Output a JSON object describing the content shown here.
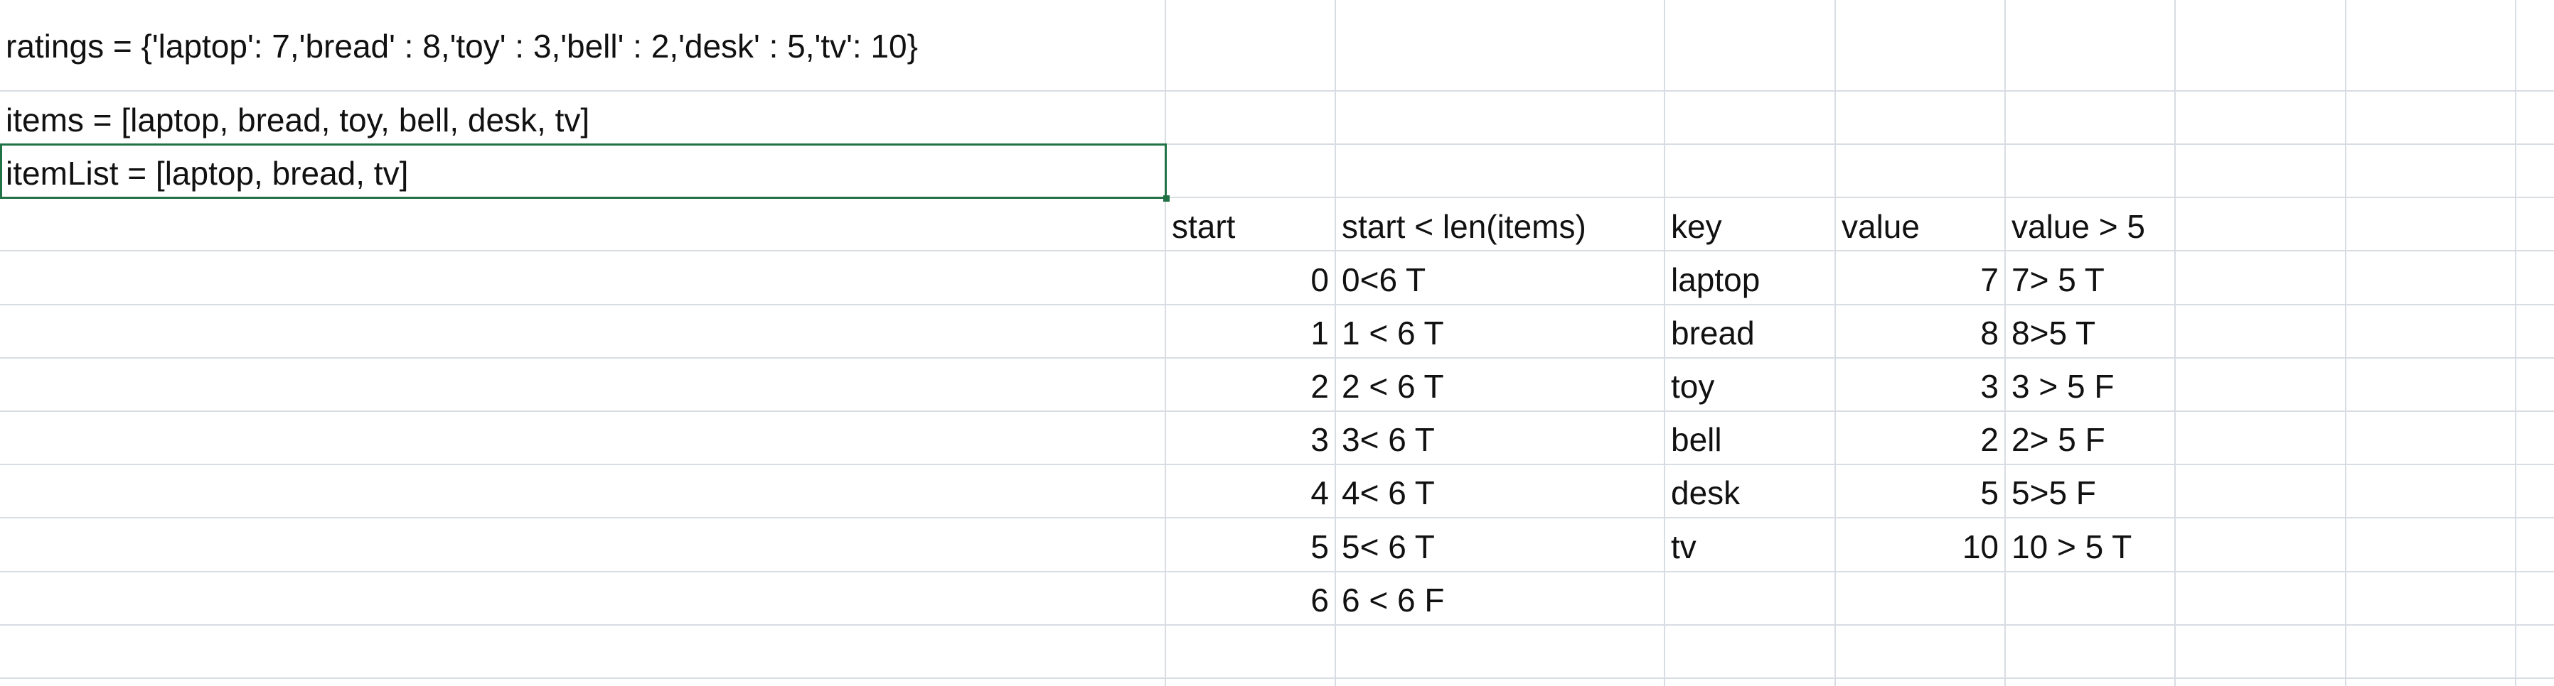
{
  "sheet": {
    "row1": {
      "a": "ratings = {'laptop': 7,'bread' : 8,'toy' : 3,'bell' : 2,'desk' : 5,'tv': 10}"
    },
    "row2": {
      "a": "items = [laptop, bread, toy, bell, desk, tv]"
    },
    "row3": {
      "a": "itemList = [laptop, bread, tv]"
    },
    "headers": {
      "start": "start",
      "condition": "start < len(items)",
      "key": "key",
      "value": "value",
      "value_check": "value > 5"
    },
    "rows": [
      {
        "start": "0",
        "condition": "0<6 T",
        "key": "laptop",
        "value": "7",
        "value_check": "7> 5 T"
      },
      {
        "start": "1",
        "condition": "1 < 6 T",
        "key": "bread",
        "value": "8",
        "value_check": "8>5 T"
      },
      {
        "start": "2",
        "condition": "2 < 6 T",
        "key": "toy",
        "value": "3",
        "value_check": "3 > 5 F"
      },
      {
        "start": "3",
        "condition": "3< 6 T",
        "key": "bell",
        "value": "2",
        "value_check": "2> 5 F"
      },
      {
        "start": "4",
        "condition": "4< 6 T",
        "key": "desk",
        "value": "5",
        "value_check": "5>5 F"
      },
      {
        "start": "5",
        "condition": "5< 6 T",
        "key": "tv",
        "value": "10",
        "value_check": "10 > 5 T"
      },
      {
        "start": "6",
        "condition": "6 < 6 F",
        "key": "",
        "value": "",
        "value_check": ""
      }
    ]
  },
  "colors": {
    "gridline": "#d8dde3",
    "selection": "#217346"
  }
}
